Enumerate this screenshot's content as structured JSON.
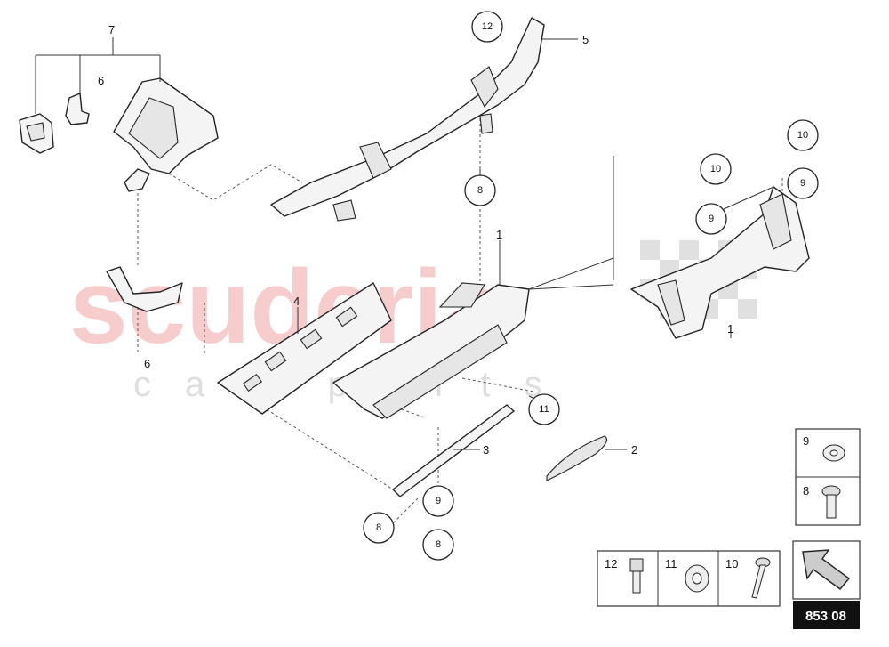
{
  "watermark": {
    "brand": "scuderia",
    "sub": "car parts"
  },
  "callouts": {
    "c12_top": "12",
    "c8_mid": "8",
    "c10_a": "10",
    "c10_b": "10",
    "c9_a": "9",
    "c9_b": "9",
    "c11": "11",
    "c9_low": "9",
    "c8_low_left": "8",
    "c8_low": "8"
  },
  "labels": {
    "l7": "7",
    "l6_top": "6",
    "l5": "5",
    "l1_mid": "1",
    "l4": "4",
    "l6_low": "6",
    "l1_right": "1",
    "l3": "3",
    "l2": "2"
  },
  "legend": {
    "box_9": "9",
    "box_8": "8",
    "box_12": "12",
    "box_11": "11",
    "box_10": "10"
  },
  "diagram_code": "853 08"
}
